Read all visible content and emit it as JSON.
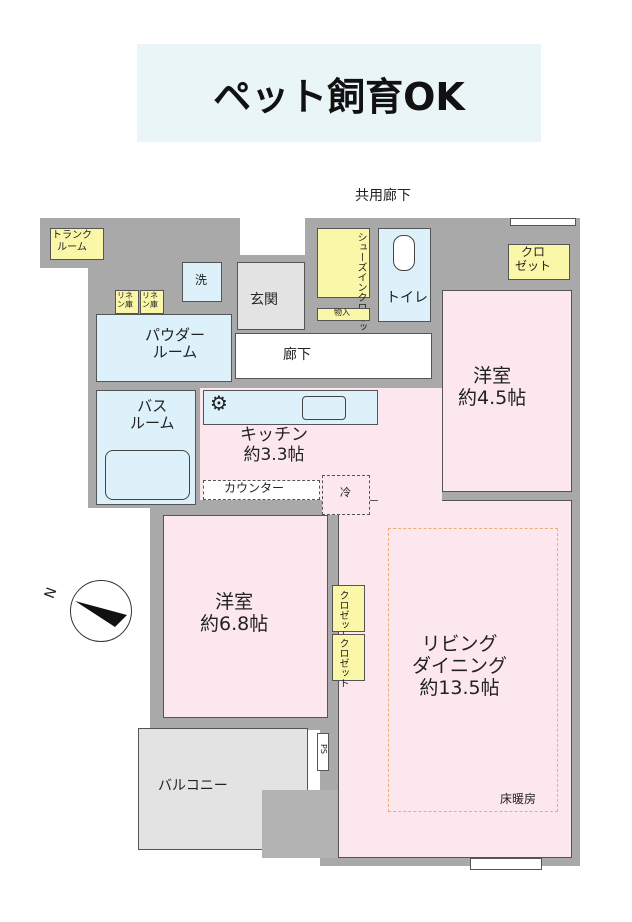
{
  "banner": {
    "title": "ペット飼育OK"
  },
  "plan": {
    "corridor": "共用廊下",
    "trunk_room": "トランク\nルーム",
    "laundry": "洗",
    "linen1": "リネ\nン庫",
    "linen2": "リネ\nン庫",
    "powder_room": "パウダー\nルーム",
    "bath_room": "バス\nルーム",
    "entrance": "玄関",
    "shoe_closet": "シューズインクロゼット",
    "storage": "物入",
    "toilet": "トイレ",
    "hallway": "廊下",
    "closet_45": "クロ\nゼット",
    "room_45": "洋室\n約4.5帖",
    "kitchen": "キッチン\n約3.3帖",
    "counter": "カウンター",
    "fridge": "冷",
    "room_68": "洋室\n約6.8帖",
    "closet_68a": "クロゼット",
    "closet_68b": "クロゼット",
    "ldk": "リビング\nダイニング\n約13.5帖",
    "floor_heating": "床暖房",
    "ps": "PS",
    "balcony": "バルコニー",
    "compass": "N"
  }
}
